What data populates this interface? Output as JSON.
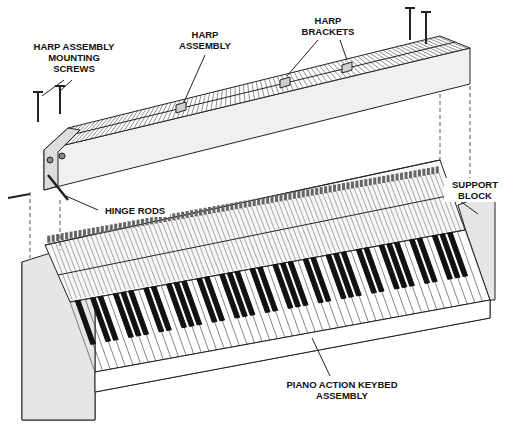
{
  "diagram": {
    "labels": [
      "HARP ASSEMBLY MOUNTING SCREWS",
      "HARP ASSEMBLY",
      "HARP BRACKETS",
      "HINGE RODS",
      "SUPPORT BLOCK",
      "PIANO ACTION KEYBED ASSEMBLY"
    ]
  }
}
